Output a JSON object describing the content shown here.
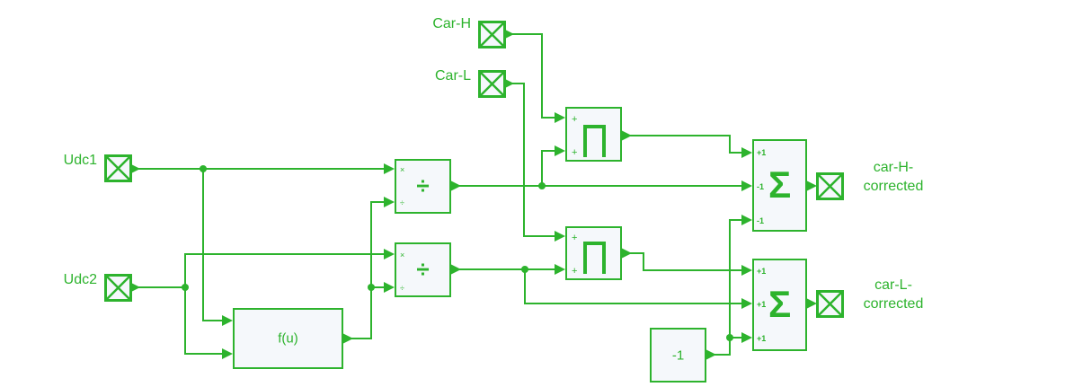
{
  "diagram": {
    "accent_color": "#2db32d",
    "block_fill": "#f5f8fb",
    "inports": [
      {
        "label": "Udc1"
      },
      {
        "label": "Udc2"
      },
      {
        "label": "Car-H"
      },
      {
        "label": "Car-L"
      }
    ],
    "outports": [
      {
        "line1": "car-H-",
        "line2": "corrected"
      },
      {
        "line1": "car-L-",
        "line2": "corrected"
      }
    ],
    "divide_blocks": [
      {
        "symbol": "÷",
        "numerator_sign": "×",
        "denominator_sign": "÷"
      },
      {
        "symbol": "÷",
        "numerator_sign": "×",
        "denominator_sign": "÷"
      }
    ],
    "fcn_block": {
      "label": "f(u)"
    },
    "pulse_blocks": [
      {
        "in1": "+",
        "in2": "+"
      },
      {
        "in1": "+",
        "in2": "+"
      }
    ],
    "sum_blocks": [
      {
        "symbol": "Σ",
        "signs": [
          "+1",
          "-1",
          "-1"
        ]
      },
      {
        "symbol": "Σ",
        "signs": [
          "+1",
          "+1",
          "+1"
        ]
      }
    ],
    "constant_block": {
      "value": "-1"
    }
  }
}
